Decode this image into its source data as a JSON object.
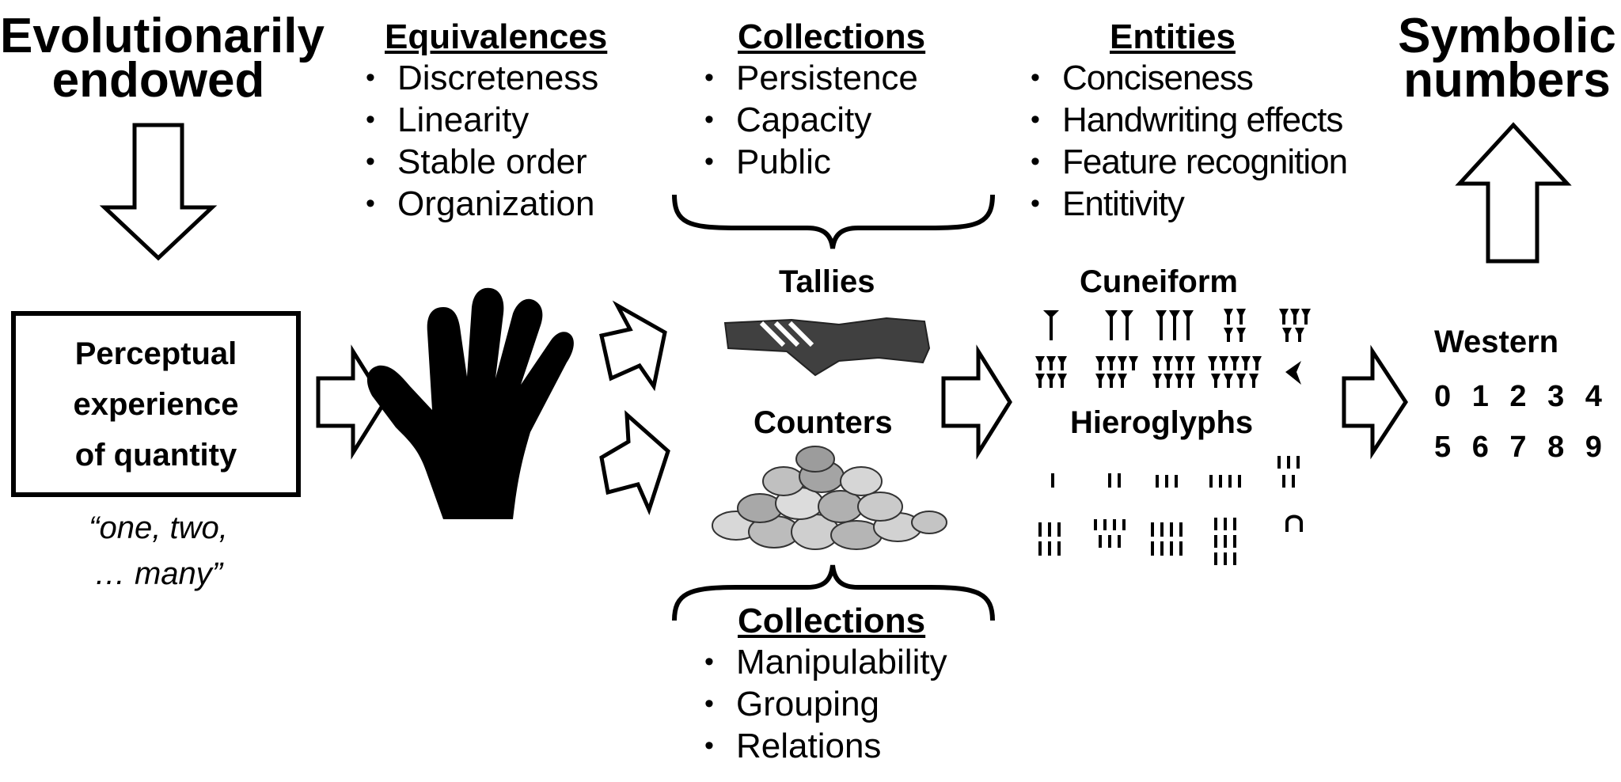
{
  "evolutionarily_endowed": [
    "Evolutionarily",
    "endowed"
  ],
  "symbolic_numbers": [
    "Symbolic",
    "numbers"
  ],
  "perceptual_box": [
    "Perceptual",
    "experience",
    "of quantity"
  ],
  "quote": [
    "“one, two,",
    "… many”"
  ],
  "equivalences": {
    "heading": "Equivalences",
    "items": [
      "Discreteness",
      "Linearity",
      "Stable order",
      "Organization"
    ]
  },
  "collections_top": {
    "heading": "Collections",
    "items": [
      "Persistence",
      "Capacity",
      "Public"
    ]
  },
  "entities": {
    "heading": "Entities",
    "items": [
      "Conciseness",
      "Handwriting effects",
      "Feature recognition",
      "Entitivity"
    ]
  },
  "collections_bottom": {
    "heading": "Collections",
    "items": [
      "Manipulability",
      "Grouping",
      "Relations"
    ]
  },
  "tallies_label": "Tallies",
  "counters_label": "Counters",
  "cuneiform_label": "Cuneiform",
  "hieroglyphs_label": "Hieroglyphs",
  "western": {
    "label": "Western",
    "row1": "0 1 2 3 4",
    "row2": "5 6 7 8 9"
  }
}
